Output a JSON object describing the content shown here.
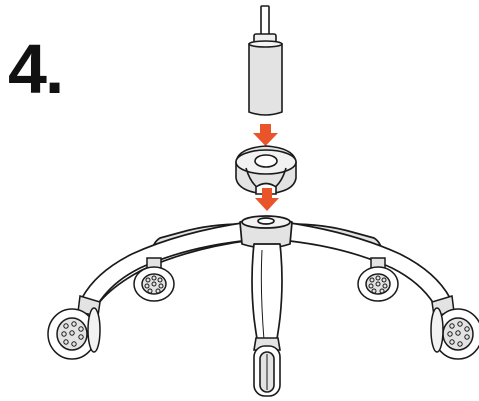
{
  "step": {
    "number_label": "4."
  },
  "illustration": {
    "subject": "chair-base-assembly",
    "parts": [
      "gas-cylinder",
      "cylinder-cover",
      "five-star-base",
      "caster-wheels"
    ],
    "arrow_color": "#e9542b",
    "line_color": "#1a1a1a",
    "part_shade": "#e3e3e3",
    "part_fill": "#ffffff"
  }
}
